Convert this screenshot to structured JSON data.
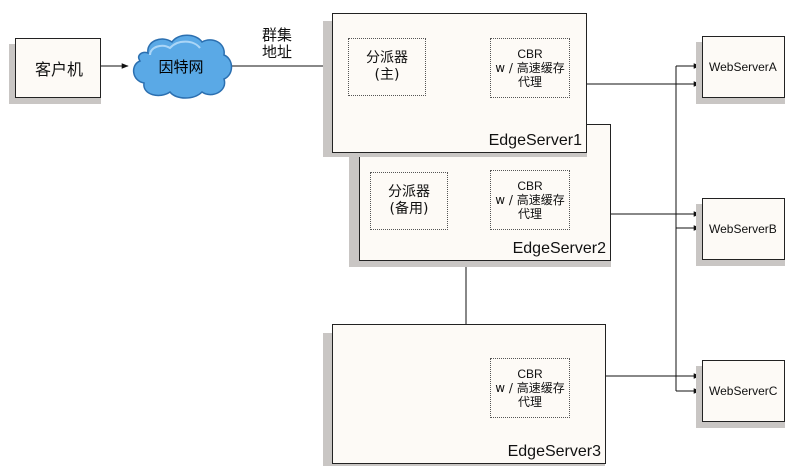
{
  "client": {
    "label": "客户机"
  },
  "internet": {
    "label": "因特网"
  },
  "cluster_address": {
    "line1": "群集",
    "line2": "地址"
  },
  "edge_servers": [
    {
      "name": "EdgeServer1",
      "dispatcher": {
        "line1": "分派器",
        "line2": "(主)"
      },
      "proxy": {
        "line1": "CBR",
        "line2": "w / 高速缓存",
        "line3": "代理"
      }
    },
    {
      "name": "EdgeServer2",
      "dispatcher": {
        "line1": "分派器",
        "line2": "(备用)"
      },
      "proxy": {
        "line1": "CBR",
        "line2": "w / 高速缓存",
        "line3": "代理"
      }
    },
    {
      "name": "EdgeServer3",
      "proxy": {
        "line1": "CBR",
        "line2": "w / 高速缓存",
        "line3": "代理"
      }
    }
  ],
  "web_servers": [
    "WebServerA",
    "WebServerB",
    "WebServerC"
  ],
  "colors": {
    "cloud_fill": "#5aa9e6",
    "cloud_stroke": "#2b6fb0",
    "box_fill": "#fdfaf6",
    "shadow": "#c9c6c4"
  }
}
